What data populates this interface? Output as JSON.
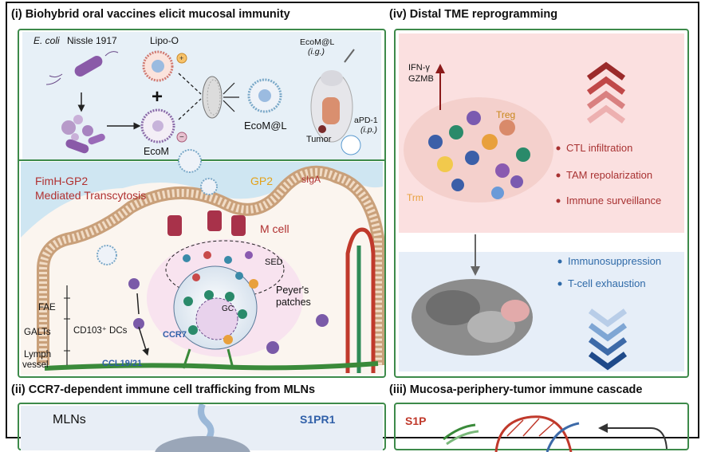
{
  "panels": {
    "i": {
      "title": "(i) Biohybrid oral vaccines elicit mucosal immunity",
      "ecoli_italic": "E. coli",
      "ecoli_rest": " Nissle 1917",
      "lipo": "Lipo-O",
      "ecom": "EcoM",
      "ecoml": "EcoM@L",
      "ecoml_ig_name": "EcoM@L",
      "ig": "(i.g.)",
      "apd1": "aPD-1",
      "ip": "(i.p.)",
      "tumor": "Tumor",
      "fimh_line1": "FimH-GP2",
      "fimh_line2": "Mediated Transcytosis",
      "gp2": "GP2",
      "siga": "sIgA",
      "mcell": "M cell",
      "sed": "SED",
      "peyers_line1": "Peyer's",
      "peyers_line2": "patches",
      "gc": "GC",
      "fae": "FAE",
      "galts": "GALTs",
      "lymph1": "Lymph",
      "lymph2": "vessel",
      "cd103": "CD103⁺ DCs",
      "ccr7": "CCR7",
      "ccl": "CCL19/21"
    },
    "iv": {
      "title": "(iv) Distal TME reprogramming",
      "ifn": "IFN-γ",
      "gzmb": "GZMB",
      "treg": "Treg",
      "trm": "Trm",
      "up_items": [
        "CTL infiltration",
        "TAM repolarization",
        "Immune surveillance"
      ],
      "down_items": [
        "Immunosuppression",
        "T-cell exhaustion"
      ]
    },
    "ii": {
      "title": "(ii) CCR7-dependent immune cell trafficking from MLNs",
      "mlns": "MLNs",
      "s1pr1": "S1PR1"
    },
    "iii": {
      "title": "(iii) Mucosa-periphery-tumor immune cascade",
      "s1p": "S1P"
    }
  },
  "colors": {
    "panel_border": "#3d8a4a",
    "dark_red": "#b03030",
    "blue_text": "#2f5fa8",
    "gold": "#e3a21a",
    "orange": "#e8a03c"
  }
}
